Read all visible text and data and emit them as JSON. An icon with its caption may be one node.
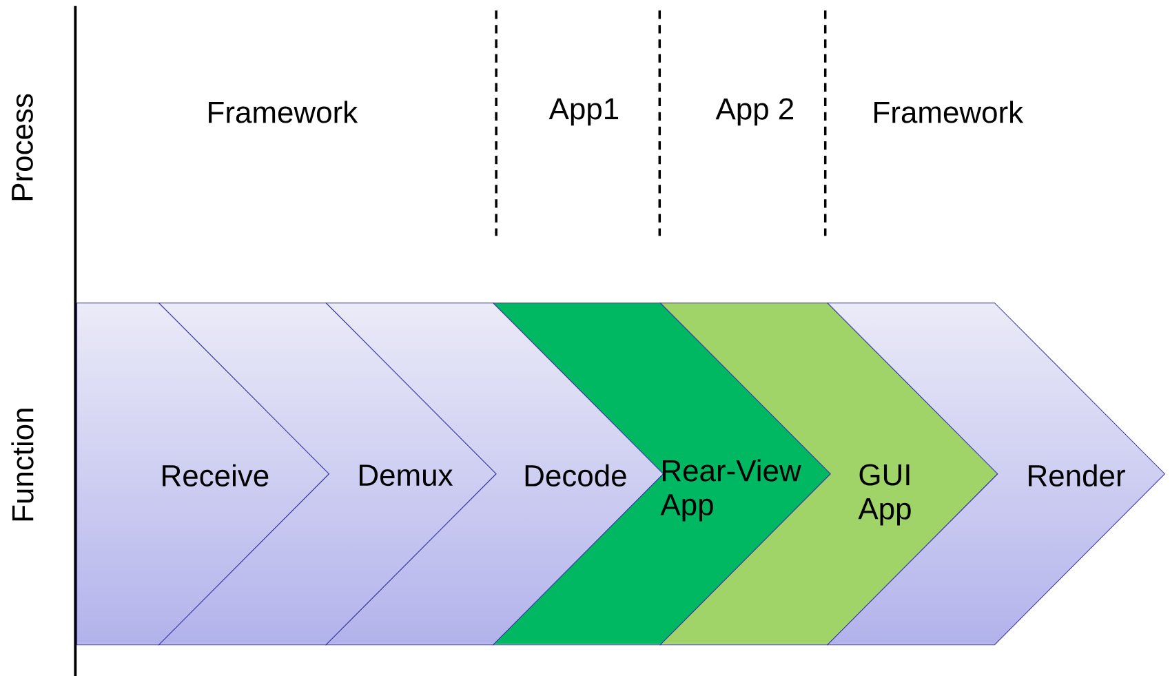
{
  "diagram": {
    "nodes": [
      {
        "text": [
          "Receive"
        ]
      },
      {
        "text": [
          "Demux"
        ]
      },
      {
        "text": [
          "Decode"
        ]
      },
      {
        "text": [
          "Rear-View App"
        ]
      },
      {
        "text": [
          "GUI App"
        ]
      },
      {
        "text": [
          "Render"
        ]
      }
    ],
    "labels": [
      "Process",
      "Framework",
      "App1",
      "App 2",
      "Framework",
      "Function"
    ]
  }
}
